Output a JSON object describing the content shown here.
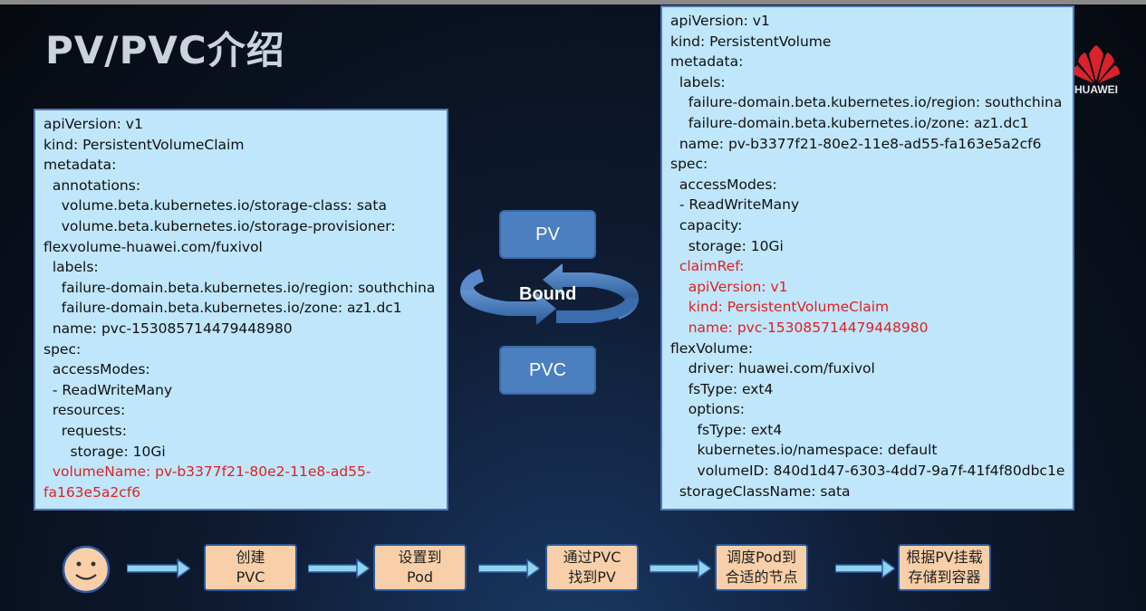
{
  "slide": {
    "title": "PV/PVC介绍",
    "logo_text": "HUAWEI",
    "colors": {
      "panel_bg": "#bfe6fb",
      "panel_border": "#4f79b8",
      "highlight_text": "#e02020",
      "box_blue": "#4b7fbf",
      "step_bg": "#f8cfa8"
    }
  },
  "pvc_yaml": [
    {
      "text": "apiVersion: v1",
      "red": false
    },
    {
      "text": "kind: PersistentVolumeClaim",
      "red": false
    },
    {
      "text": "metadata:",
      "red": false
    },
    {
      "text": "  annotations:",
      "red": false
    },
    {
      "text": "    volume.beta.kubernetes.io/storage-class: sata",
      "red": false
    },
    {
      "text": "    volume.beta.kubernetes.io/storage-provisioner:",
      "red": false
    },
    {
      "text": "flexvolume-huawei.com/fuxivol",
      "red": false
    },
    {
      "text": "  labels:",
      "red": false
    },
    {
      "text": "    failure-domain.beta.kubernetes.io/region: southchina",
      "red": false
    },
    {
      "text": "    failure-domain.beta.kubernetes.io/zone: az1.dc1",
      "red": false
    },
    {
      "text": "  name: pvc-153085714479448980",
      "red": false
    },
    {
      "text": "spec:",
      "red": false
    },
    {
      "text": "  accessModes:",
      "red": false
    },
    {
      "text": "  - ReadWriteMany",
      "red": false
    },
    {
      "text": "  resources:",
      "red": false
    },
    {
      "text": "    requests:",
      "red": false
    },
    {
      "text": "      storage: 10Gi",
      "red": false
    },
    {
      "text": "  volumeName: pv-b3377f21-80e2-11e8-ad55-",
      "red": true
    },
    {
      "text": "fa163e5a2cf6",
      "red": true
    }
  ],
  "pv_yaml": [
    {
      "text": "apiVersion: v1",
      "red": false
    },
    {
      "text": "kind: PersistentVolume",
      "red": false
    },
    {
      "text": "metadata:",
      "red": false
    },
    {
      "text": "  labels:",
      "red": false
    },
    {
      "text": "    failure-domain.beta.kubernetes.io/region: southchina",
      "red": false
    },
    {
      "text": "    failure-domain.beta.kubernetes.io/zone: az1.dc1",
      "red": false
    },
    {
      "text": "  name: pv-b3377f21-80e2-11e8-ad55-fa163e5a2cf6",
      "red": false
    },
    {
      "text": "spec:",
      "red": false
    },
    {
      "text": "  accessModes:",
      "red": false
    },
    {
      "text": "  - ReadWriteMany",
      "red": false
    },
    {
      "text": "  capacity:",
      "red": false
    },
    {
      "text": "    storage: 10Gi",
      "red": false
    },
    {
      "text": "  claimRef:",
      "red": true
    },
    {
      "text": "    apiVersion: v1",
      "red": true
    },
    {
      "text": "    kind: PersistentVolumeClaim",
      "red": true
    },
    {
      "text": "    name: pvc-153085714479448980",
      "red": true
    },
    {
      "text": "flexVolume:",
      "red": false
    },
    {
      "text": "    driver: huawei.com/fuxivol",
      "red": false
    },
    {
      "text": "    fsType: ext4",
      "red": false
    },
    {
      "text": "    options:",
      "red": false
    },
    {
      "text": "      fsType: ext4",
      "red": false
    },
    {
      "text": "      kubernetes.io/namespace: default",
      "red": false
    },
    {
      "text": "      volumeID: 840d1d47-6303-4dd7-9a7f-41f4f80dbc1e",
      "red": false
    },
    {
      "text": "  storageClassName: sata",
      "red": false
    }
  ],
  "binding": {
    "pv_label": "PV",
    "pvc_label": "PVC",
    "bound_label": "Bound"
  },
  "steps": [
    {
      "line1": "创建",
      "line2": "PVC"
    },
    {
      "line1": "设置到",
      "line2": "Pod"
    },
    {
      "line1": "通过PVC",
      "line2": "找到PV"
    },
    {
      "line1": "调度Pod到",
      "line2": "合适的节点"
    },
    {
      "line1": "根据PV挂载",
      "line2": "存储到容器"
    }
  ]
}
